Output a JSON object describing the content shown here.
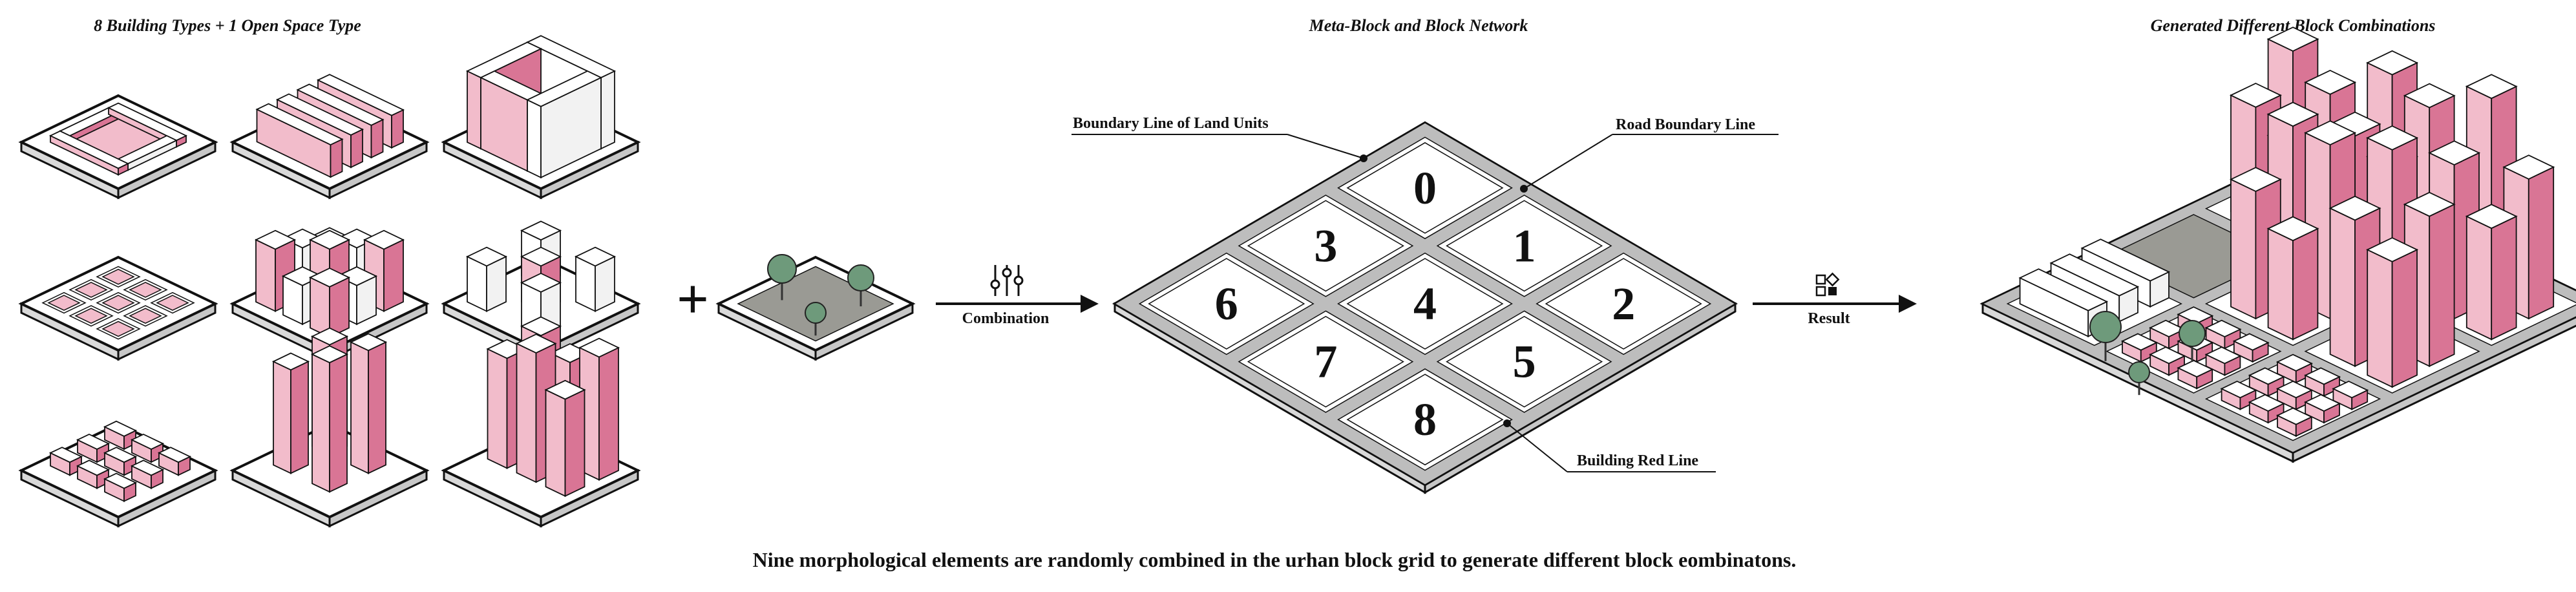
{
  "headers": {
    "left": "8 Building Types + 1 Open Space Type",
    "middle": "Meta-Block and Block Network",
    "right": "Generated Different Block Combinations"
  },
  "labels": {
    "boundary_land_units": "Boundary Line of Land Units",
    "road_boundary": "Road Boundary Line",
    "building_red_line": "Building Red Line",
    "combination": "Combination",
    "result": "Result",
    "plus": "+"
  },
  "grid_numbers": [
    "0",
    "1",
    "2",
    "3",
    "4",
    "5",
    "6",
    "7",
    "8"
  ],
  "caption": "Nine morphological elements are randomly combined in the urhan block grid to generate different block eombinatons.",
  "colors": {
    "pink": "#f2bccb",
    "pink_dark": "#d97595",
    "ground_gray": "#9a9a94",
    "tree_green": "#6e9a7b",
    "road_gray": "#bdbdbd"
  },
  "icons": {
    "combination": "sliders-icon",
    "result": "grid-squares-icon"
  }
}
